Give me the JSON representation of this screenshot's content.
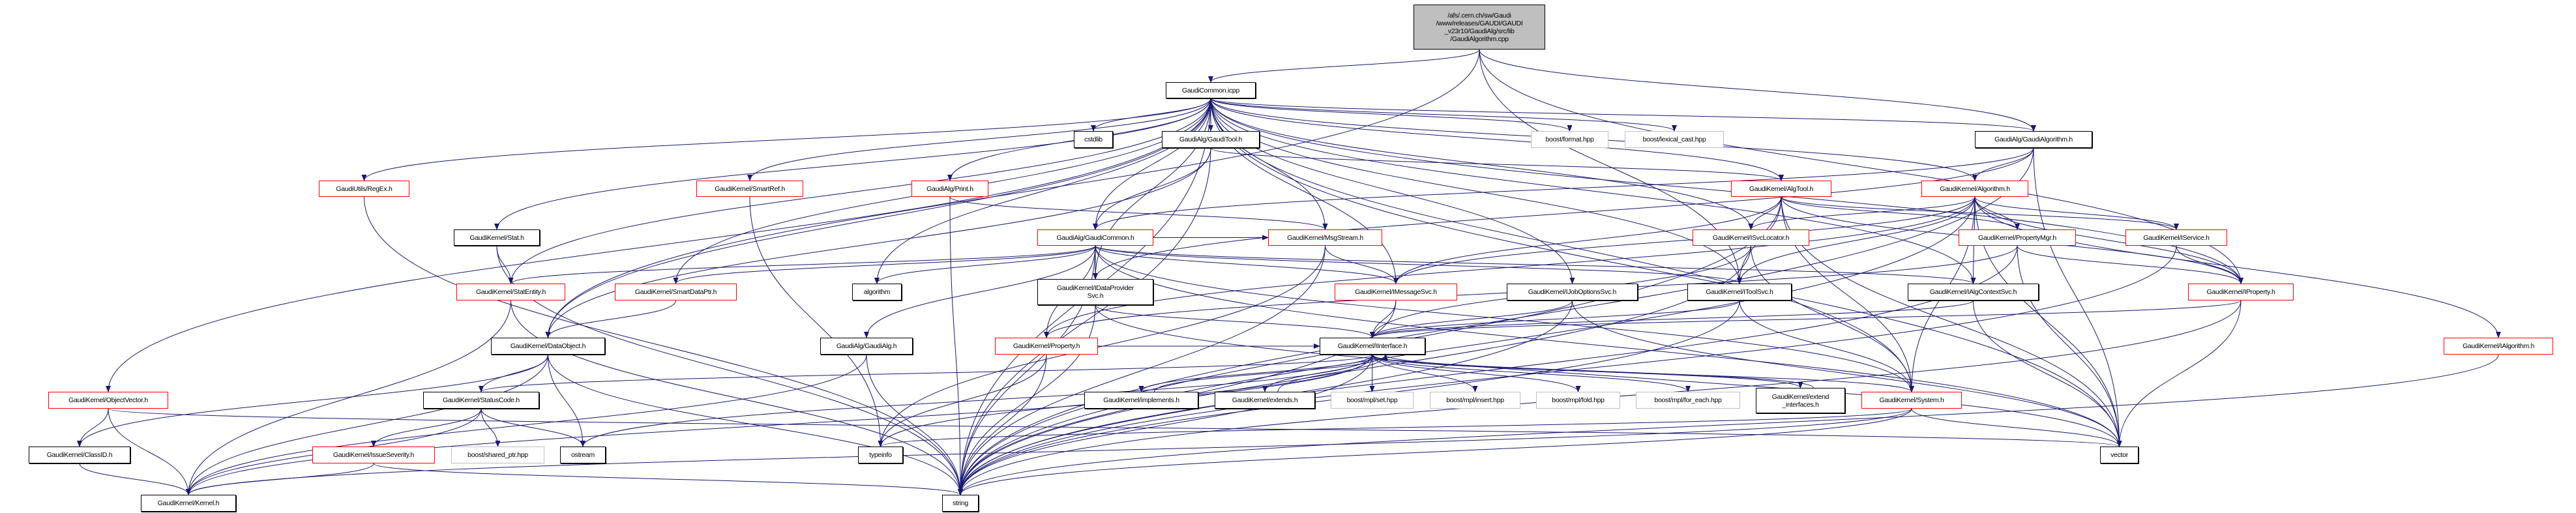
{
  "colors": {
    "edge": "#191970",
    "documented_border": "#000000",
    "undocumented_border": "#ff0000",
    "external_border": "#bfbfbf",
    "root_fill": "#bfbfbf"
  },
  "nodes": [
    {
      "id": "src",
      "label": "/afs/.cern.ch/sw/Gaudi\n/www/releases/GAUDI/GAUDI\n_v23r10/GaudiAlg/src/lib\n/GaudiAlgorithm.cpp",
      "style": "root"
    },
    {
      "id": "icpp",
      "label": "GaudiCommon.icpp",
      "style": "black"
    },
    {
      "id": "cstdlib",
      "label": "cstdlib",
      "style": "black"
    },
    {
      "id": "gtool",
      "label": "GaudiAlg/GaudiTool.h",
      "style": "black"
    },
    {
      "id": "bformat",
      "label": "boost/format.hpp",
      "style": "gray"
    },
    {
      "id": "blexical",
      "label": "boost/lexical_cast.hpp",
      "style": "gray"
    },
    {
      "id": "galgh",
      "label": "GaudiAlg/GaudiAlgorithm.h",
      "style": "black"
    },
    {
      "id": "regex",
      "label": "GaudiUtils/RegEx.h",
      "style": "red"
    },
    {
      "id": "smartref",
      "label": "GaudiKernel/SmartRef.h",
      "style": "red"
    },
    {
      "id": "print",
      "label": "GaudiAlg/Print.h",
      "style": "red"
    },
    {
      "id": "algtool",
      "label": "GaudiKernel/AlgTool.h",
      "style": "red"
    },
    {
      "id": "algorithmh",
      "label": "GaudiKernel/Algorithm.h",
      "style": "red"
    },
    {
      "id": "stat",
      "label": "GaudiKernel/Stat.h",
      "style": "black"
    },
    {
      "id": "gcommon",
      "label": "GaudiAlg/GaudiCommon.h",
      "style": "red"
    },
    {
      "id": "msgstream",
      "label": "GaudiKernel/MsgStream.h",
      "style": "red"
    },
    {
      "id": "isvcloc",
      "label": "GaudiKernel/ISvcLocator.h",
      "style": "red"
    },
    {
      "id": "propmgr",
      "label": "GaudiKernel/PropertyMgr.h",
      "style": "red"
    },
    {
      "id": "iservice",
      "label": "GaudiKernel/IService.h",
      "style": "red"
    },
    {
      "id": "statentity",
      "label": "GaudiKernel/StatEntity.h",
      "style": "red"
    },
    {
      "id": "smartdataptr",
      "label": "GaudiKernel/SmartDataPtr.h",
      "style": "red"
    },
    {
      "id": "algorithm",
      "label": "algorithm",
      "style": "black"
    },
    {
      "id": "idataprov",
      "label": "GaudiKernel/IDataProvider\nSvc.h",
      "style": "black"
    },
    {
      "id": "imessagesvc",
      "label": "GaudiKernel/IMessageSvc.h",
      "style": "red"
    },
    {
      "id": "ijoboptions",
      "label": "GaudiKernel/IJobOptionsSvc.h",
      "style": "black"
    },
    {
      "id": "itoolsvc",
      "label": "GaudiKernel/IToolSvc.h",
      "style": "black"
    },
    {
      "id": "ialgctx",
      "label": "GaudiKernel/IAlgContextSvc.h",
      "style": "black"
    },
    {
      "id": "iproperty",
      "label": "GaudiKernel/IProperty.h",
      "style": "red"
    },
    {
      "id": "dataobject",
      "label": "GaudiKernel/DataObject.h",
      "style": "black"
    },
    {
      "id": "gaudialg",
      "label": "GaudiAlg/GaudiAlg.h",
      "style": "black"
    },
    {
      "id": "property",
      "label": "GaudiKernel/Property.h",
      "style": "red"
    },
    {
      "id": "interface",
      "label": "GaudiKernel/IInterface.h",
      "style": "black"
    },
    {
      "id": "ialgorithm",
      "label": "GaudiKernel/IAlgorithm.h",
      "style": "red"
    },
    {
      "id": "objvector",
      "label": "GaudiKernel/ObjectVector.h",
      "style": "red"
    },
    {
      "id": "statuscode",
      "label": "GaudiKernel/StatusCode.h",
      "style": "black"
    },
    {
      "id": "implements",
      "label": "GaudiKernel/implements.h",
      "style": "black"
    },
    {
      "id": "extends",
      "label": "GaudiKernel/extends.h",
      "style": "black"
    },
    {
      "id": "mplset",
      "label": "boost/mpl/set.hpp",
      "style": "gray"
    },
    {
      "id": "mplinsert",
      "label": "boost/mpl/insert.hpp",
      "style": "gray"
    },
    {
      "id": "mplfold",
      "label": "boost/mpl/fold.hpp",
      "style": "gray"
    },
    {
      "id": "mplforeach",
      "label": "boost/mpl/for_each.hpp",
      "style": "gray"
    },
    {
      "id": "extendif",
      "label": "GaudiKernel/extend\n_interfaces.h",
      "style": "black"
    },
    {
      "id": "system",
      "label": "GaudiKernel/System.h",
      "style": "red"
    },
    {
      "id": "classid",
      "label": "GaudiKernel/ClassID.h",
      "style": "black"
    },
    {
      "id": "issuesev",
      "label": "GaudiKernel/IssueSeverity.h",
      "style": "red"
    },
    {
      "id": "sharedptr",
      "label": "boost/shared_ptr.hpp",
      "style": "gray"
    },
    {
      "id": "ostream",
      "label": "ostream",
      "style": "black"
    },
    {
      "id": "typeinfo",
      "label": "typeinfo",
      "style": "black"
    },
    {
      "id": "vector",
      "label": "vector",
      "style": "black"
    },
    {
      "id": "kernel",
      "label": "GaudiKernel/Kernel.h",
      "style": "black"
    },
    {
      "id": "string",
      "label": "string",
      "style": "black"
    }
  ],
  "edges": [
    [
      "src",
      "icpp"
    ],
    [
      "src",
      "galgh"
    ],
    [
      "src",
      "dataobject"
    ],
    [
      "src",
      "itoolsvc"
    ],
    [
      "src",
      "iproperty"
    ],
    [
      "icpp",
      "cstdlib"
    ],
    [
      "icpp",
      "gtool"
    ],
    [
      "icpp",
      "bformat"
    ],
    [
      "icpp",
      "blexical"
    ],
    [
      "icpp",
      "print"
    ],
    [
      "icpp",
      "gcommon"
    ],
    [
      "icpp",
      "msgstream"
    ],
    [
      "icpp",
      "algorithm"
    ],
    [
      "icpp",
      "idataprov"
    ],
    [
      "icpp",
      "imessagesvc"
    ],
    [
      "icpp",
      "ijoboptions"
    ],
    [
      "icpp",
      "itoolsvc"
    ],
    [
      "icpp",
      "regex"
    ],
    [
      "icpp",
      "smartref"
    ],
    [
      "icpp",
      "stat"
    ],
    [
      "icpp",
      "statentity"
    ],
    [
      "icpp",
      "smartdataptr"
    ],
    [
      "icpp",
      "dataobject"
    ],
    [
      "icpp",
      "objvector"
    ],
    [
      "icpp",
      "galgh"
    ],
    [
      "icpp",
      "algtool"
    ],
    [
      "icpp",
      "algorithmh"
    ],
    [
      "icpp",
      "isvcloc"
    ],
    [
      "icpp",
      "iproperty"
    ],
    [
      "icpp",
      "system"
    ],
    [
      "icpp",
      "ialgctx"
    ],
    [
      "icpp",
      "string"
    ],
    [
      "icpp",
      "vector"
    ],
    [
      "gtool",
      "gcommon"
    ],
    [
      "gtool",
      "algtool"
    ],
    [
      "gtool",
      "string"
    ],
    [
      "gtool",
      "dataobject"
    ],
    [
      "galgh",
      "algorithmh"
    ],
    [
      "galgh",
      "gcommon"
    ],
    [
      "galgh",
      "idataprov"
    ],
    [
      "galgh",
      "vector"
    ],
    [
      "galgh",
      "string"
    ],
    [
      "algorithmh",
      "ialgorithm"
    ],
    [
      "algorithmh",
      "iservice"
    ],
    [
      "algorithmh",
      "iproperty"
    ],
    [
      "algorithmh",
      "propmgr"
    ],
    [
      "algorithmh",
      "isvcloc"
    ],
    [
      "algorithmh",
      "imessagesvc"
    ],
    [
      "algorithmh",
      "itoolsvc"
    ],
    [
      "algorithmh",
      "ialgctx"
    ],
    [
      "algorithmh",
      "property"
    ],
    [
      "algorithmh",
      "system"
    ],
    [
      "algorithmh",
      "string"
    ],
    [
      "algorithmh",
      "vector"
    ],
    [
      "algtool",
      "isvcloc"
    ],
    [
      "algtool",
      "propmgr"
    ],
    [
      "algtool",
      "iservice"
    ],
    [
      "algtool",
      "iproperty"
    ],
    [
      "algtool",
      "itoolsvc"
    ],
    [
      "algtool",
      "imessagesvc"
    ],
    [
      "algtool",
      "system"
    ],
    [
      "algtool",
      "vector"
    ],
    [
      "algtool",
      "string"
    ],
    [
      "gcommon",
      "idataprov"
    ],
    [
      "gcommon",
      "algorithm"
    ],
    [
      "gcommon",
      "imessagesvc"
    ],
    [
      "gcommon",
      "msgstream"
    ],
    [
      "gcommon",
      "statentity"
    ],
    [
      "gcommon",
      "smartdataptr"
    ],
    [
      "gcommon",
      "itoolsvc"
    ],
    [
      "gcommon",
      "ialgctx"
    ],
    [
      "gcommon",
      "gaudialg"
    ],
    [
      "gcommon",
      "property"
    ],
    [
      "gcommon",
      "system"
    ],
    [
      "gcommon",
      "string"
    ],
    [
      "gcommon",
      "vector"
    ],
    [
      "print",
      "msgstream"
    ],
    [
      "print",
      "string"
    ],
    [
      "msgstream",
      "imessagesvc"
    ],
    [
      "msgstream",
      "string"
    ],
    [
      "msgstream",
      "typeinfo"
    ],
    [
      "smartref",
      "typeinfo"
    ],
    [
      "regex",
      "string"
    ],
    [
      "stat",
      "statentity"
    ],
    [
      "stat",
      "string"
    ],
    [
      "statentity",
      "kernel"
    ],
    [
      "statentity",
      "string"
    ],
    [
      "smartdataptr",
      "dataobject"
    ],
    [
      "dataobject",
      "statuscode"
    ],
    [
      "dataobject",
      "classid"
    ],
    [
      "dataobject",
      "ostream"
    ],
    [
      "dataobject",
      "string"
    ],
    [
      "dataobject",
      "kernel"
    ],
    [
      "objvector",
      "classid"
    ],
    [
      "objvector",
      "kernel"
    ],
    [
      "objvector",
      "vector"
    ],
    [
      "statuscode",
      "issuesev"
    ],
    [
      "statuscode",
      "sharedptr"
    ],
    [
      "statuscode",
      "ostream"
    ],
    [
      "statuscode",
      "kernel"
    ],
    [
      "issuesev",
      "kernel"
    ],
    [
      "issuesev",
      "string"
    ],
    [
      "classid",
      "kernel"
    ],
    [
      "gaudialg",
      "string"
    ],
    [
      "gaudialg",
      "kernel"
    ],
    [
      "property",
      "string"
    ],
    [
      "property",
      "typeinfo"
    ],
    [
      "property",
      "interface"
    ],
    [
      "idataprov",
      "interface"
    ],
    [
      "idataprov",
      "string"
    ],
    [
      "idataprov",
      "vector"
    ],
    [
      "imessagesvc",
      "interface"
    ],
    [
      "imessagesvc",
      "string"
    ],
    [
      "ijoboptions",
      "interface"
    ],
    [
      "ijoboptions",
      "string"
    ],
    [
      "ijoboptions",
      "vector"
    ],
    [
      "itoolsvc",
      "interface"
    ],
    [
      "itoolsvc",
      "system"
    ],
    [
      "itoolsvc",
      "string"
    ],
    [
      "ialgctx",
      "interface"
    ],
    [
      "ialgctx",
      "vector"
    ],
    [
      "isvcloc",
      "interface"
    ],
    [
      "isvcloc",
      "system"
    ],
    [
      "isvcloc",
      "string"
    ],
    [
      "propmgr",
      "property"
    ],
    [
      "propmgr",
      "iproperty"
    ],
    [
      "propmgr",
      "vector"
    ],
    [
      "propmgr",
      "string"
    ],
    [
      "iservice",
      "iproperty"
    ],
    [
      "iservice",
      "string"
    ],
    [
      "iproperty",
      "interface"
    ],
    [
      "iproperty",
      "vector"
    ],
    [
      "iproperty",
      "string"
    ],
    [
      "ialgorithm",
      "string"
    ],
    [
      "interface",
      "implements"
    ],
    [
      "interface",
      "extends"
    ],
    [
      "interface",
      "mplset"
    ],
    [
      "interface",
      "mplinsert"
    ],
    [
      "interface",
      "mplfold"
    ],
    [
      "interface",
      "mplforeach"
    ],
    [
      "interface",
      "extendif"
    ],
    [
      "interface",
      "system"
    ],
    [
      "interface",
      "statuscode"
    ],
    [
      "interface",
      "kernel"
    ],
    [
      "interface",
      "ostream"
    ],
    [
      "interface",
      "typeinfo"
    ],
    [
      "interface",
      "string"
    ],
    [
      "implements",
      "interface"
    ],
    [
      "extends",
      "interface"
    ],
    [
      "extendif",
      "interface"
    ],
    [
      "system",
      "kernel"
    ],
    [
      "system",
      "typeinfo"
    ],
    [
      "system",
      "string"
    ],
    [
      "system",
      "vector"
    ]
  ]
}
